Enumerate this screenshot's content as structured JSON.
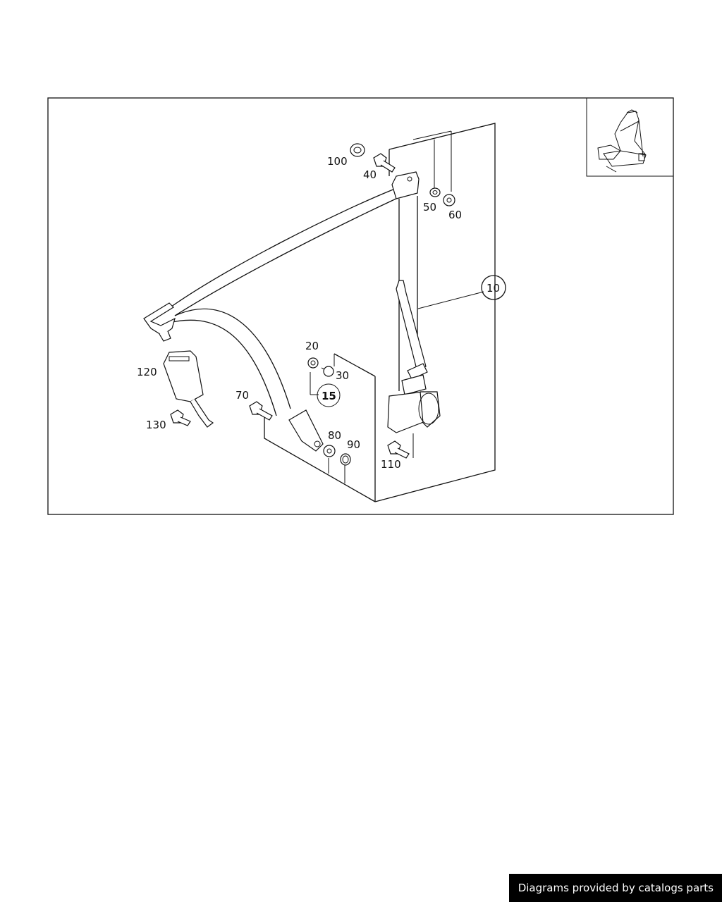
{
  "diagram": {
    "callouts": [
      "100",
      "40",
      "50",
      "60",
      "10",
      "20",
      "30",
      "15",
      "120",
      "70",
      "130",
      "80",
      "90",
      "110"
    ],
    "inset_icon": "seat-with-belt-icon"
  },
  "footer": {
    "credit": "Diagrams provided by catalogs parts"
  },
  "colors": {
    "line": "#111111",
    "background": "#ffffff",
    "footer_bg": "#000000",
    "footer_text": "#ffffff"
  }
}
